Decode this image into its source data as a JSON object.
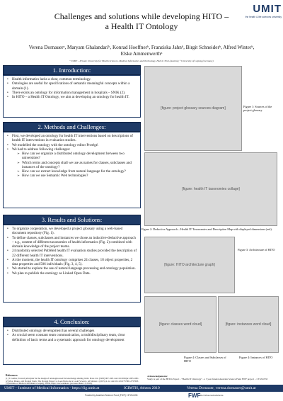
{
  "header": {
    "logo": "UMIT",
    "logo_subtitle": "the health & life sciences university",
    "title_line1": "Challenges and solutions while developing HITO –",
    "title_line2": "a Health IT Ontology",
    "authors_line1": "Verena Dornauerᵃ, Maryam Ghalandariᵇ, Konrad Hoeffnerᵇ, Franziska Jahnᵇ, Birgit Schneiderᵇ, Alfred Winterᵇ,",
    "authors_line2": "Elske Ammenwerthᵃ",
    "affiliations": "ᵃ UMIT – Private University for Health Sciences, Medical Informatics and Technology, Hall in Tirol (Austria); ᵇ University of Leipzig (Germany)"
  },
  "sections": {
    "introduction": {
      "heading": "1. Introduction:",
      "bullets": [
        "Health informatics lacks a clear, common terminology.",
        "Ontologies are useful for specifications of semantic meaningful concepts within a domain (1).",
        "There exists an ontology for information management in hospitals – SNIK (2).",
        "In HITO – a Health IT Ontology, we aim at developing an ontology for health IT."
      ]
    },
    "methods": {
      "heading": "2. Methods and Challenges:",
      "bullets": [
        "First, we developed an ontology for health IT interventions based on descriptions of health IT interventions in evaluation studies.",
        "We modelled the ontology with the ontology editor Protégé.",
        "We had to address following challenges:"
      ],
      "challenges": [
        "How can we organize a distributed ontology development between two universities?",
        "Which terms and concepts shall we use as names for classes, subclasses and instances of the ontology?",
        "How can we extract knowledge from natural language for the ontology?",
        "How can we use Semantic Web technologies?"
      ]
    },
    "results": {
      "heading": "3. Results and Solutions:",
      "bullets": [
        "To organize cooperation, we developed a project glossary using a web-based document repository (Fig. 1).",
        "To define classes, subclasses and instances we chose an inductive-deductive approach – e.g., content of different taxonomies of health informatics (Fig. 2) combined with domain knowledge of the project teams.",
        "24 randomly selected PubMed health IT evaluation studies provided the description of 22 different health IT interventions.",
        "At the moment, the health IT ontology comprises 24 classes, 18 object properties, 2 data properties and 506 individuals (Fig. 3, 4, 5).",
        "We started to explore the use of natural language processing and ontology population.",
        "We plan to publish the ontology as Linked Open Data."
      ]
    },
    "conclusion": {
      "heading": "4. Conclusion:",
      "bullets": [
        "Distributed ontology development has several challenges",
        "As crucial seem constant team communication, a multidisciplinary team, clear definition of basic terms and a systematic approach for ontology development"
      ]
    }
  },
  "figures": {
    "fig1_caption": "Figure 1: Sources of the project glossary",
    "fig2_caption": "Figure 2: Deductive Approach – Health IT Taxonomies and Description Map with displayed dimensions (red).",
    "fig3_caption": "Figure 3: Architecture of HITO",
    "fig4_caption": "Figure 4: Classes and Subclasses of HITO",
    "fig5_caption": "Figure 4: Instances of HITO"
  },
  "references": {
    "title": "References",
    "items": [
      "[1] T. Gruber, Toward principles for the design of ontologies used for knowledge sharing, Intnl. Press Ltd. (1995) 907–928. doi:10.1006/ijhc.1995.1081.",
      "[2] M.A. Mauro, and Protégé Team, The Protégé Project: A Look Back and a Look Forward., AI Matters 1 (2015) 4–12. doi:10.1145/2757001.2757003.",
      "[3] Institute of Medical Informatics Leipzig, SNIK, https://www.snik.eu/ (accessed June 13, 2019)."
    ]
  },
  "acknowledgements": {
    "title": "Acknowledgements:",
    "text": "Study is part of the HITO-Project - \"Health IT Ontology\" - a 3 year funded Austrian Science Fund FWF project – I 3726-N33"
  },
  "footer": {
    "left": "UMIT – Institute of Medical Informatics - https://iig.umit.at",
    "center": "ICIMTH, Athens 2019",
    "right": "Verena Dornauer, verena.dornauer@umit.at",
    "funding": "Funded by Austrian Science Fund (FWF) I 3726-N33",
    "fwf_logo": "FWF",
    "fwf_sub": "Der Wissenschaftsfonds."
  },
  "colors": {
    "primary": "#1e3a66",
    "placeholder": "#d9d9d9"
  }
}
